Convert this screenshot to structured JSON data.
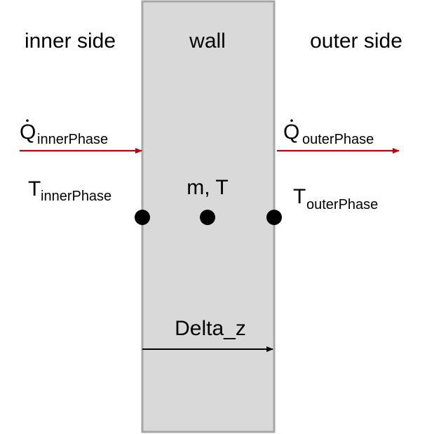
{
  "labels": {
    "inner_side": "inner side",
    "wall": "wall",
    "outer_side": "outer side",
    "wall_state": "m, T",
    "thickness": "Delta_z"
  },
  "heat_flow_inner": {
    "symbol": "Q",
    "subscript": "innerPhase"
  },
  "heat_flow_outer": {
    "symbol": "Q",
    "subscript": "outerPhase"
  },
  "temperature_inner": {
    "symbol": "T",
    "subscript": "innerPhase"
  },
  "temperature_outer": {
    "symbol": "T",
    "subscript": "outerPhase"
  },
  "colors": {
    "wall_fill": "#d9d9d9",
    "wall_border": "#a6a6a6",
    "heat_arrow": "#c00000",
    "thickness_arrow": "#000000",
    "node": "#000000"
  }
}
